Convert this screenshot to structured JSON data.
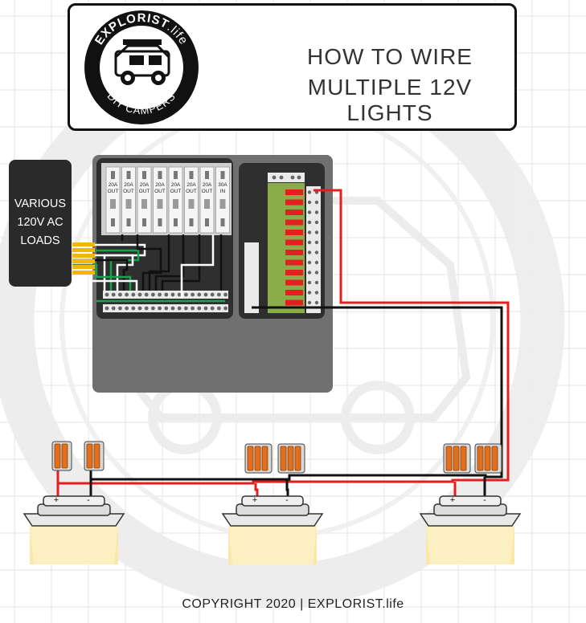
{
  "header": {
    "logo": {
      "brand_top": "EXPLORIST",
      "brand_suffix": ".life",
      "brand_bottom": "DIY CAMPERS"
    },
    "title_line1": "HOW TO WIRE",
    "title_line2": "MULTIPLE 12V LIGHTS"
  },
  "ac_loads": {
    "line1": "VARIOUS",
    "line2": "120V AC",
    "line3": "LOADS"
  },
  "breakers": [
    {
      "rating": "20A",
      "role": "OUT"
    },
    {
      "rating": "20A",
      "role": "OUT"
    },
    {
      "rating": "20A",
      "role": "OUT"
    },
    {
      "rating": "20A",
      "role": "OUT"
    },
    {
      "rating": "20A",
      "role": "OUT"
    },
    {
      "rating": "20A",
      "role": "OUT"
    },
    {
      "rating": "20A",
      "role": "OUT"
    },
    {
      "rating": "30A",
      "role": "IN"
    }
  ],
  "lights": [
    {
      "positive_label": "+",
      "negative_label": "-"
    },
    {
      "positive_label": "+",
      "negative_label": "-"
    },
    {
      "positive_label": "+",
      "negative_label": "-"
    }
  ],
  "footer": {
    "copyright": "COPYRIGHT 2020 | EXPLORIST.life"
  },
  "colors": {
    "positive_wire": "#e41f1f",
    "negative_wire": "#111111",
    "panel": "#707070",
    "panel_dark": "#2f2f2f",
    "fuse_block": "#8aac4a",
    "connector": "#e0701e",
    "light_beam": "#fbe7a8"
  }
}
